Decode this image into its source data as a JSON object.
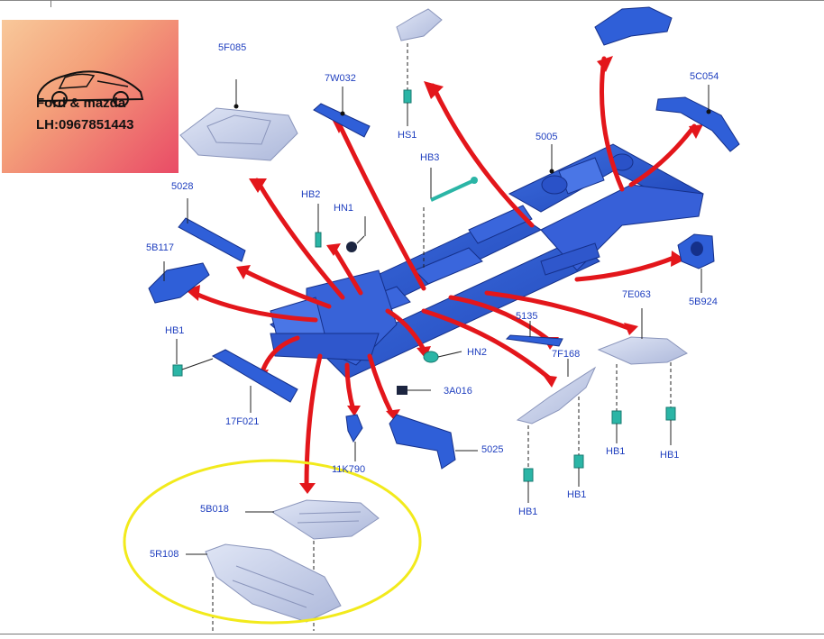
{
  "logo": {
    "line1": "Ford & mazda",
    "line2": "LH:0967851443"
  },
  "labels": {
    "l5F085": "5F085",
    "l7W032": "7W032",
    "lHS1": "HS1",
    "lHB3": "HB3",
    "l5005": "5005",
    "l5C054": "5C054",
    "l5028": "5028",
    "lHB2": "HB2",
    "lHN1": "HN1",
    "l5B117": "5B117",
    "l5B924": "5B924",
    "l7E063": "7E063",
    "l5135": "5135",
    "lHB1a": "HB1",
    "lHN2": "HN2",
    "l7F168": "7F168",
    "l3A016": "3A016",
    "l17F021": "17F021",
    "l5025": "5025",
    "lHB1b": "HB1",
    "lHB1c": "HB1",
    "lHB1d": "HB1",
    "lHB1e": "HB1",
    "l11K790": "11K790",
    "l5B018": "5B018",
    "l5R108": "5R108"
  },
  "colors": {
    "label": "#1f3fbf",
    "part": "#2f5fd8",
    "part_light": "#c9d3ec",
    "fastener": "#2bb5a6",
    "arrow": "#e3161b",
    "highlight": "#f2ea1c"
  }
}
